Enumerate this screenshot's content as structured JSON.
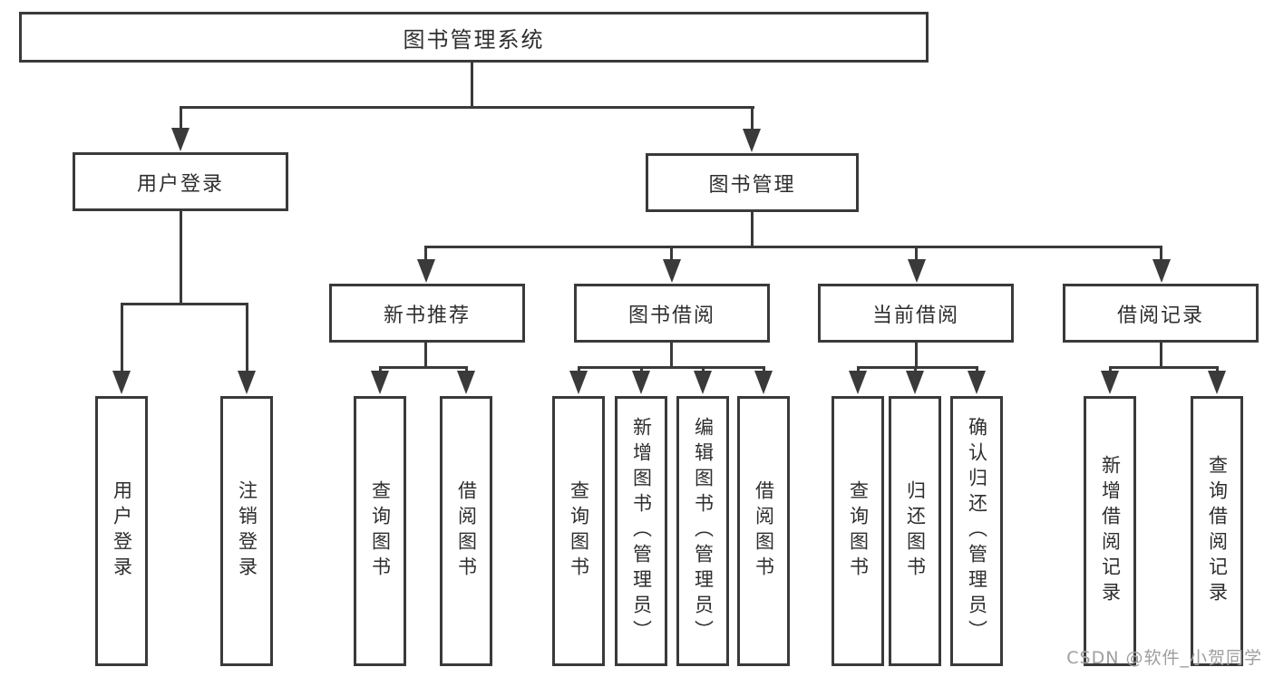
{
  "diagram": {
    "title": "图书管理系统",
    "root_label": "图书管理系统",
    "level2": [
      "用户登录",
      "图书管理"
    ],
    "level3": [
      "新书推荐",
      "图书借阅",
      "当前借阅",
      "借阅记录"
    ],
    "leaves_user_login": [
      "用户登录",
      "注销登录"
    ],
    "leaves_new_book": [
      "查询图书",
      "借阅图书"
    ],
    "leaves_book_borrow": [
      "查询图书",
      "新增图书（管理员）",
      "编辑图书（管理员）",
      "借阅图书"
    ],
    "leaves_current_borrow": [
      "查询图书",
      "归还图书",
      "确认归还（管理员）"
    ],
    "leaves_borrow_record": [
      "新增借阅记录",
      "查询借阅记录"
    ],
    "colors": {
      "line": "#3a3a3a",
      "text": "#2e2e2e",
      "background": "#ffffff",
      "watermark": "#9e9e9e"
    }
  },
  "watermark": {
    "text": "CSDN @软件_小贺同学"
  }
}
